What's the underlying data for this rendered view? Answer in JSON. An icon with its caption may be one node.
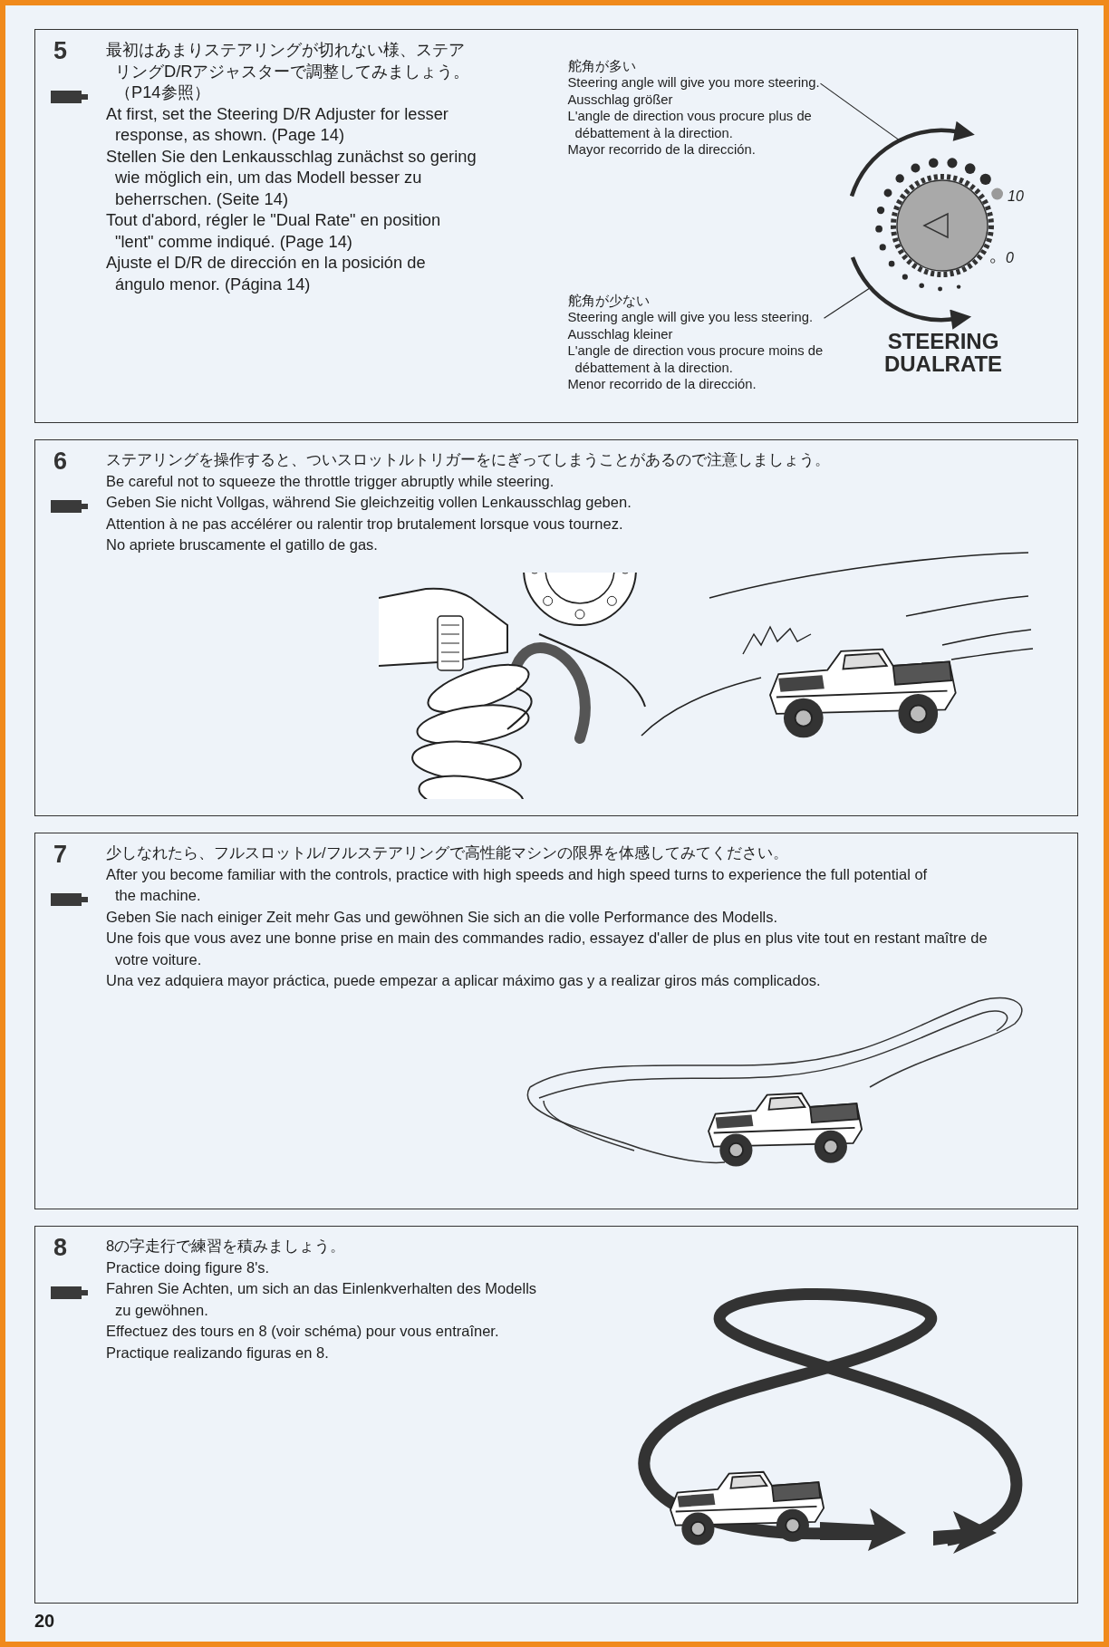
{
  "diagram": {
    "nodes": [
      {
        "text": [
          "5",
          "最初はあまりステアリングが切れない様、ステアリングD/Rアジャスターで調整してみましょう。（P14参照）",
          "At first, set the Steering D/R Adjuster for lesser response, as shown. (Page 14)",
          "Stellen Sie den Lenkausschlag zunächst so gering wie möglich ein, um das Modell besser zu beherrschen. (Seite 14)",
          "Tout d'abord, régler le \"Dual Rate\" en position \"lent\" comme indiqué. (Page 14)",
          "Ajuste el D/R de dirección en la posición de ángulo menor. (Página 14)"
        ]
      },
      {
        "text": [
          "舵角が多い",
          "Steering angle will give you more steering.",
          "Ausschlag größer",
          "L'angle de direction vous procure plus de débattement à la direction.",
          "Mayor recorrido de la dirección."
        ],
        "in": 0
      },
      {
        "text": [
          "舵角が少ない",
          "Steering angle will give you less steering.",
          "Ausschlag kleiner",
          "L'angle de direction vous procure moins de débattement à la direction.",
          "Menor recorrido de la dirección."
        ],
        "in": 0
      },
      {
        "text": [],
        "shape": "arrow",
        "in": 0
      },
      {
        "text": [],
        "shape": "arrow",
        "in": 0
      },
      {
        "text": [
          "6",
          "ステアリングを操作すると、ついスロットルトリガーをにぎってしまうことがあるので注意しましょう。",
          "Be careful not to squeeze the throttle trigger abruptly while steering.",
          "Geben Sie nicht Vollgas, während Sie gleichzeitig vollen Lenkausschlag geben.",
          "Attention à ne pas accélérer ou ralentir trop brutalement lorsque vous tournez.",
          "No apriete bruscamente el gatillo de gas."
        ]
      },
      {
        "text": [
          "7",
          "少しなれたら、フルスロットル/フルステアリングで高性能マシンの限界を体感してみてください。",
          "After you become familiar with the controls, practice with high speeds and high speed turns to experience the full potential of the machine.",
          "Geben Sie nach einiger Zeit mehr Gas und gewöhnen Sie sich an die volle Performance des Modells.",
          "Une fois que vous avez une bonne prise en main des commandes radio, essayez d'aller de plus en plus vite tout en restant maître de votre voiture.",
          "Una vez adquiera mayor práctica, puede empezar a aplicar máximo gas y a realizar giros más complicados."
        ]
      },
      {
        "text": [
          "8",
          "8の字走行で練習を積みましょう。",
          "Practice doing figure 8's.",
          "Fahren Sie Achten, um sich an das Einlenkverhalten des Modells zu gewöhnen.",
          "Effectuez des tours en 8 (voir schéma) pour vous entraîner.",
          "Practique realizando figuras en 8."
        ]
      }
    ],
    "edges": [
      {
        "from": 1,
        "to": 3,
        "arrow": "none"
      },
      {
        "from": 2,
        "to": 4,
        "arrow": "none"
      }
    ],
    "labels": [
      "10",
      "0",
      "STEERING DUALRATE",
      "20"
    ]
  }
}
